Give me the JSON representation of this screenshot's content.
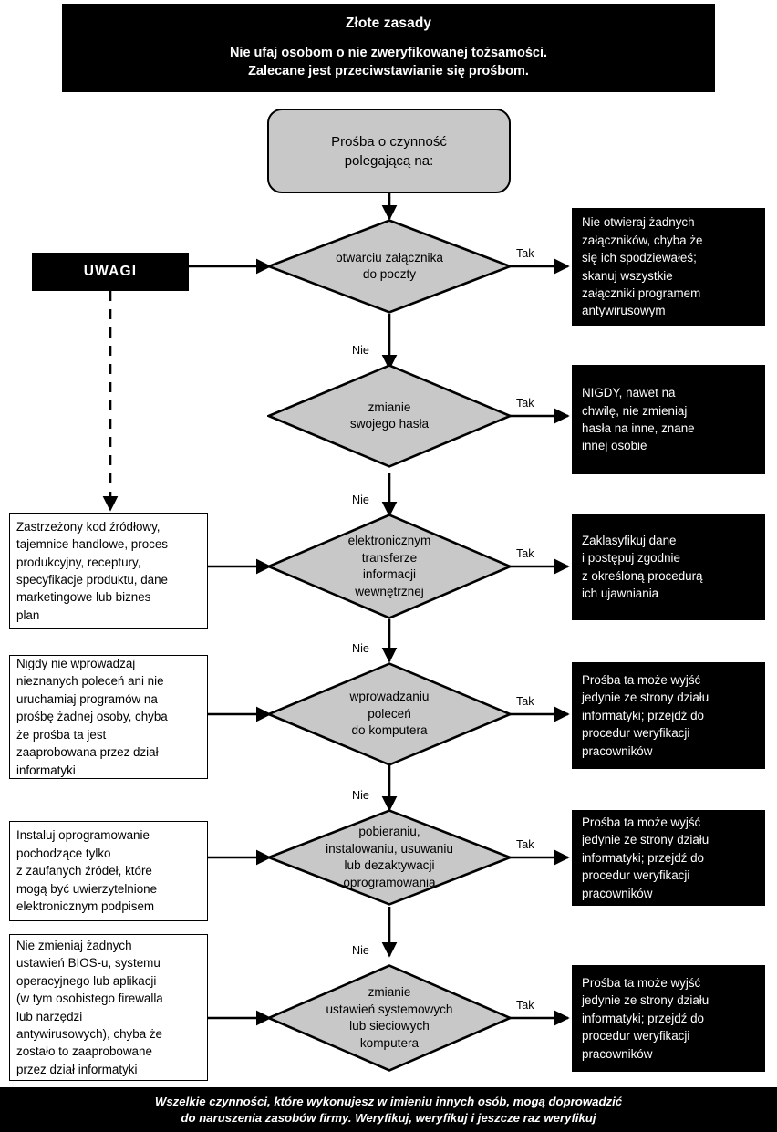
{
  "header": {
    "title": "Złote zasady",
    "subtitle_lines": [
      "Nie ufaj osobom o nie zweryfikowanej tożsamości.",
      "Zalecane jest przeciwstawianie się prośbom."
    ]
  },
  "footer": {
    "lines": [
      "Wszelkie czynności, które wykonujesz w imieniu innych osób, mogą doprowadzić",
      "do naruszenia zasobów firmy. Weryfikuj, weryfikuj i jeszcze raz weryfikuj"
    ]
  },
  "start_node": {
    "lines": [
      "Prośba o czynność",
      "polegającą na:"
    ]
  },
  "notes_header": {
    "label": "UWAGI"
  },
  "edge_labels": {
    "yes": "Tak",
    "no": "Nie"
  },
  "colors": {
    "banner_bg": "#000000",
    "banner_fg": "#ffffff",
    "decision_fill": "#c8c8c8",
    "stroke": "#000000",
    "page_bg": "#ffffff"
  },
  "steps": [
    {
      "id": "otwarcie-zalacznika",
      "decision_lines": [
        "otwarciu załącznika",
        "do poczty"
      ],
      "advice_lines": [
        "Nie otwieraj żadnych",
        "załączników, chyba że",
        "się ich spodziewałeś;",
        "skanuj wszystkie",
        "załączniki programem",
        "antywirusowym"
      ],
      "note_lines": []
    },
    {
      "id": "zmiana-hasla",
      "decision_lines": [
        "zmianie",
        "swojego hasła"
      ],
      "advice_lines": [
        "NIGDY, nawet na",
        "chwilę, nie zmieniaj",
        "hasła na inne, znane",
        "innej osobie"
      ],
      "note_lines": []
    },
    {
      "id": "transfer-informacji",
      "decision_lines": [
        "elektronicznym",
        "transferze",
        "informacji",
        "wewnętrznej"
      ],
      "advice_lines": [
        "Zaklasyfikuj dane",
        "i postępuj zgodnie",
        "z określoną procedurą",
        "ich ujawniania"
      ],
      "note_lines": [
        "Zastrzeżony kod źródłowy,",
        "tajemnice handlowe, proces",
        "produkcyjny, receptury,",
        "specyfikacje produktu, dane",
        "marketingowe lub biznes",
        "plan"
      ]
    },
    {
      "id": "wprowadzanie-polecen",
      "decision_lines": [
        "wprowadzaniu",
        "poleceń",
        "do komputera"
      ],
      "advice_lines": [
        "Prośba ta może wyjść",
        "jedynie ze strony działu",
        "informatyki; przejdź do",
        "procedur weryfikacji",
        "pracowników"
      ],
      "note_lines": [
        "Nigdy nie wprowadzaj",
        "nieznanych poleceń ani nie",
        "uruchamiaj programów na",
        "prośbę żadnej osoby, chyba",
        "że prośba ta jest",
        "zaaprobowana przez dział",
        "informatyki"
      ]
    },
    {
      "id": "pobieranie-oprogramowania",
      "decision_lines": [
        "pobieraniu,",
        "instalowaniu, usuwaniu",
        "lub dezaktywacji",
        "oprogramowania"
      ],
      "advice_lines": [
        "Prośba ta może wyjść",
        "jedynie ze strony działu",
        "informatyki; przejdź do",
        "procedur weryfikacji",
        "pracowników"
      ],
      "note_lines": [
        "Instaluj oprogramowanie",
        "pochodzące tylko",
        "z zaufanych źródeł, które",
        "mogą być uwierzytelnione",
        "elektronicznym podpisem"
      ]
    },
    {
      "id": "zmiana-ustawien",
      "decision_lines": [
        "zmianie",
        "ustawień systemowych",
        "lub sieciowych",
        "komputera"
      ],
      "advice_lines": [
        "Prośba ta może wyjść",
        "jedynie ze strony działu",
        "informatyki; przejdź do",
        "procedur weryfikacji",
        "pracowników"
      ],
      "note_lines": [
        "Nie zmieniaj żadnych",
        "ustawień BIOS-u, systemu",
        "operacyjnego lub aplikacji",
        "(w tym osobistego firewalla",
        "lub narzędzi",
        "antywirusowych), chyba że",
        "zostało to zaaprobowane",
        "przez dział informatyki"
      ]
    }
  ]
}
